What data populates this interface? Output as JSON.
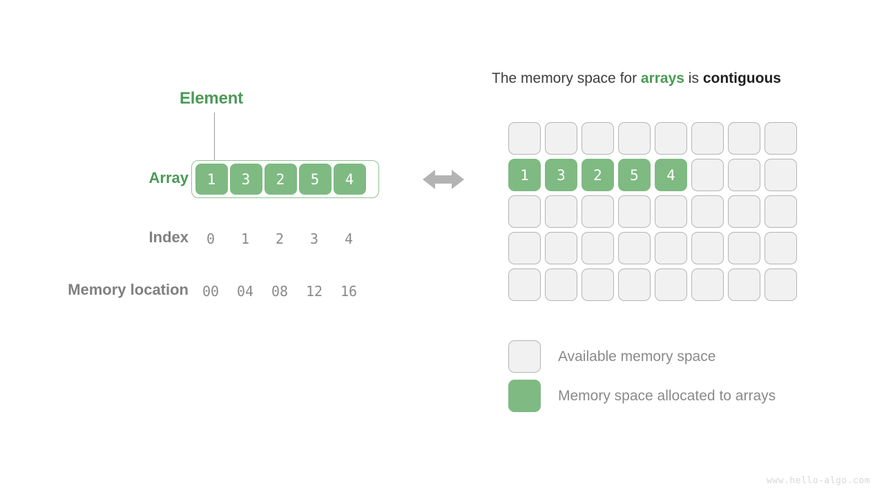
{
  "left": {
    "element_label": "Element",
    "rows": [
      {
        "name": "array",
        "label": "Array",
        "color": "#4a9a56"
      },
      {
        "name": "index",
        "label": "Index",
        "color": "#808080"
      },
      {
        "name": "memory-location",
        "label": "Memory location",
        "color": "#808080"
      }
    ],
    "array_values": [
      "1",
      "3",
      "2",
      "5",
      "4"
    ],
    "index_values": [
      "0",
      "1",
      "2",
      "3",
      "4"
    ],
    "memory_values": [
      "00",
      "04",
      "08",
      "12",
      "16"
    ]
  },
  "arrow": {
    "icon": "double-arrow-horizontal-icon",
    "color": "#b3b3b3"
  },
  "right": {
    "title": {
      "prefix": "The memory space for ",
      "highlight": "arrays",
      "middle": " is ",
      "strong": "contiguous"
    },
    "grid": {
      "columns": 8,
      "rows": 5,
      "filled_row_index": 1,
      "filled_values": [
        "1",
        "3",
        "2",
        "5",
        "4"
      ]
    },
    "legend": [
      {
        "name": "available-memory",
        "swatch": "empty",
        "text": "Available memory space"
      },
      {
        "name": "allocated-memory",
        "swatch": "filled",
        "text": "Memory space allocated to arrays"
      }
    ]
  },
  "watermark": "www.hello-algo.com",
  "colors": {
    "green_fill": "#7eba82",
    "green_text": "#4a9a56",
    "gray_text": "#8a8a8a",
    "empty_fill": "#f1f1f1",
    "empty_border": "#b4b4b4"
  }
}
